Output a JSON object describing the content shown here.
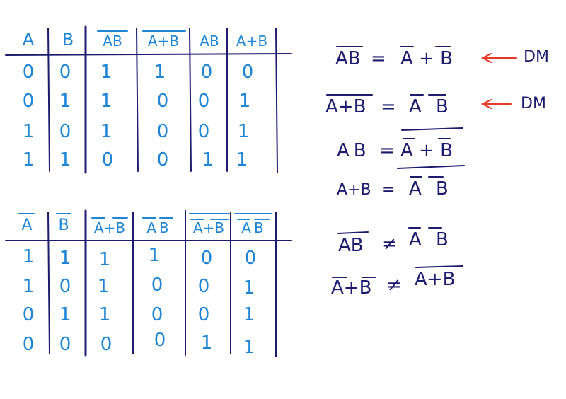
{
  "colors": {
    "table_ink": "#1f86d6",
    "grid_ink": "#1c1b6e",
    "equation_ink": "#1c1b6e",
    "arrow": "#e53a2a"
  },
  "table1": {
    "headers": [
      {
        "text": "A",
        "bar": false
      },
      {
        "text": "B",
        "bar": false
      },
      {
        "text": "AB",
        "bar": true
      },
      {
        "text": "A+B",
        "bar": true
      },
      {
        "text": "AB",
        "bar": false
      },
      {
        "text": "A+B",
        "bar": false
      }
    ],
    "rows": [
      [
        "0",
        "0",
        "1",
        "1",
        "0",
        "0"
      ],
      [
        "0",
        "1",
        "1",
        "0",
        "0",
        "1"
      ],
      [
        "1",
        "0",
        "1",
        "0",
        "0",
        "1"
      ],
      [
        "1",
        "1",
        "0",
        "0",
        "1",
        "1"
      ]
    ]
  },
  "table2": {
    "headers": [
      {
        "text": "A",
        "bar": true
      },
      {
        "text": "B",
        "bar": true
      },
      {
        "text": "A+B",
        "bar": false,
        "note": "A-bar + B-bar"
      },
      {
        "text": "AB",
        "bar": false,
        "note": "A-bar B-bar"
      },
      {
        "text": "A+B",
        "bar": true,
        "note": "complement of (A-bar + B-bar)"
      },
      {
        "text": "AB",
        "bar": true,
        "note": "complement of (A-bar B-bar)"
      }
    ],
    "rows": [
      [
        "1",
        "1",
        "1",
        "1",
        "0",
        "0"
      ],
      [
        "1",
        "0",
        "1",
        "0",
        "0",
        "1"
      ],
      [
        "0",
        "1",
        "1",
        "0",
        "0",
        "1"
      ],
      [
        "0",
        "0",
        "0",
        "0",
        "1",
        "1"
      ]
    ]
  },
  "equations": [
    {
      "lhs": "AB",
      "op": "=",
      "rhs": "A + B",
      "label": "DM"
    },
    {
      "lhs": "A+B",
      "op": "=",
      "rhs": "A B",
      "label": "DM"
    },
    {
      "lhs": "AB",
      "op": "=",
      "rhs": "A + B",
      "label": ""
    },
    {
      "lhs": "A+B",
      "op": "=",
      "rhs": "A B",
      "label": ""
    },
    {
      "lhs": "AB",
      "op": "≠",
      "rhs": "A B",
      "label": ""
    },
    {
      "lhs": "A+B",
      "op": "≠",
      "rhs": "A+B",
      "label": ""
    }
  ]
}
